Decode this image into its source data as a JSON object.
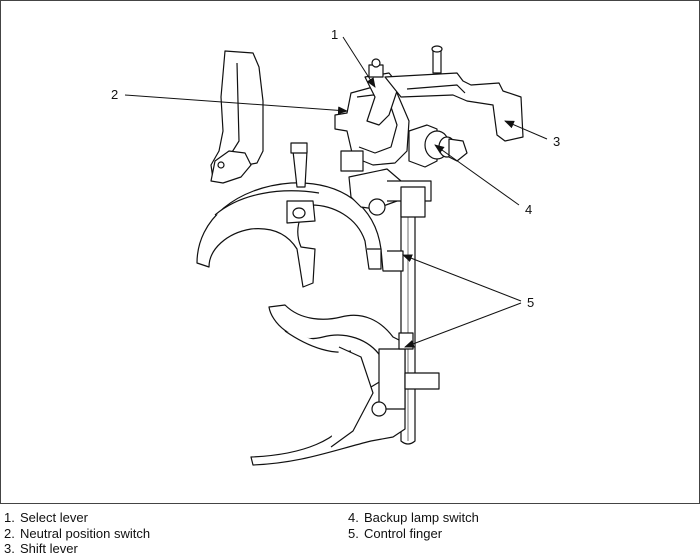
{
  "callouts": [
    "1",
    "2",
    "3",
    "4",
    "5"
  ],
  "legend": {
    "left": [
      {
        "num": "1.",
        "label": "Select lever"
      },
      {
        "num": "2.",
        "label": "Neutral position switch"
      },
      {
        "num": "3.",
        "label": "Shift lever"
      }
    ],
    "right": [
      {
        "num": "4.",
        "label": "Backup lamp switch"
      },
      {
        "num": "5.",
        "label": "Control finger"
      }
    ]
  }
}
